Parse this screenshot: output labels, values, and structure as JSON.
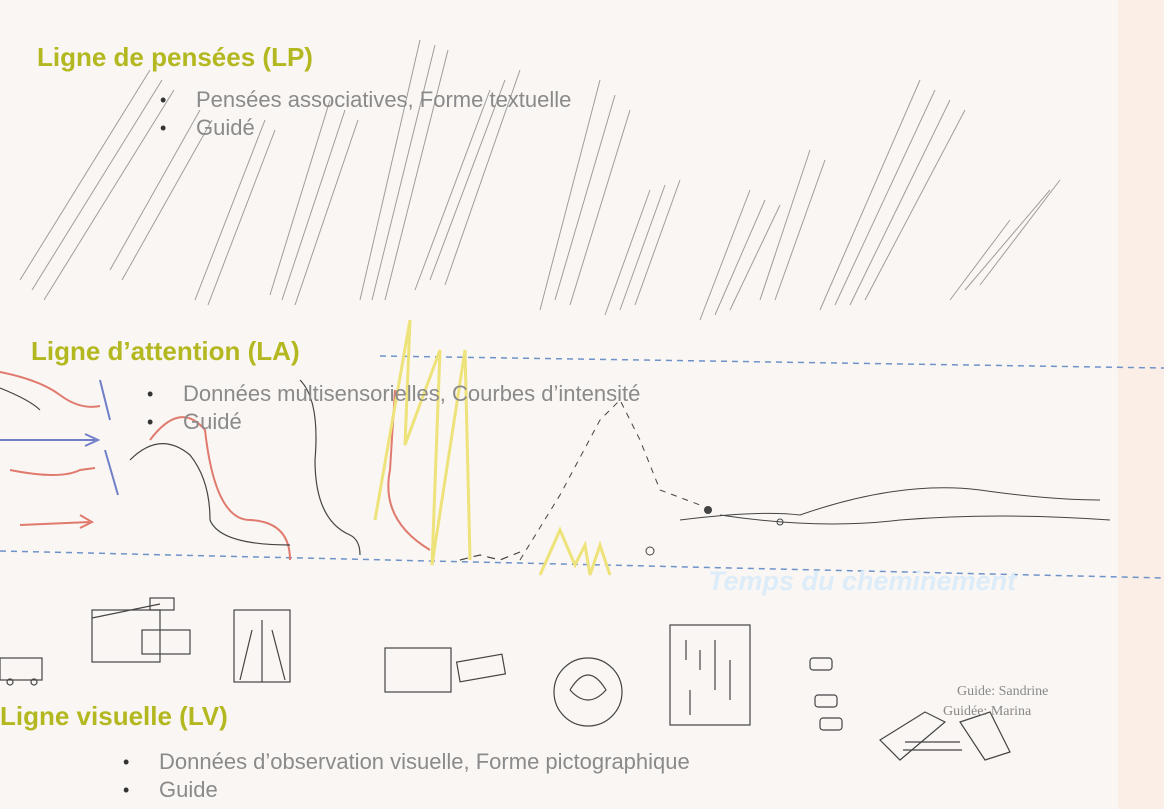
{
  "lines": {
    "thought": {
      "title": "Ligne de pensées (LP)",
      "bullets": [
        "Pensées associatives, Forme textuelle",
        "Guidé"
      ]
    },
    "attention": {
      "title": "Ligne d’attention (LA)",
      "bullets": [
        "Données multisensorielles, Courbes d’intensité",
        "Guidé"
      ]
    },
    "visual": {
      "title": "Ligne visuelle (LV)",
      "bullets": [
        "Données d’observation visuelle, Forme pictographique",
        "Guide"
      ]
    }
  },
  "timeline_label": "Temps du cheminement",
  "credits": {
    "guide": "Guide: Sandrine",
    "guided": "Guidée: Marina"
  },
  "colors": {
    "title": "#b3b820",
    "bullet_text": "#8a8a8a",
    "dashed_line": "#6e93c9",
    "timeline_label": "#dcecf8",
    "red_curve": "#e07a6e",
    "blue_arrow": "#7080c8",
    "yellow_highlight": "#eee37a"
  }
}
